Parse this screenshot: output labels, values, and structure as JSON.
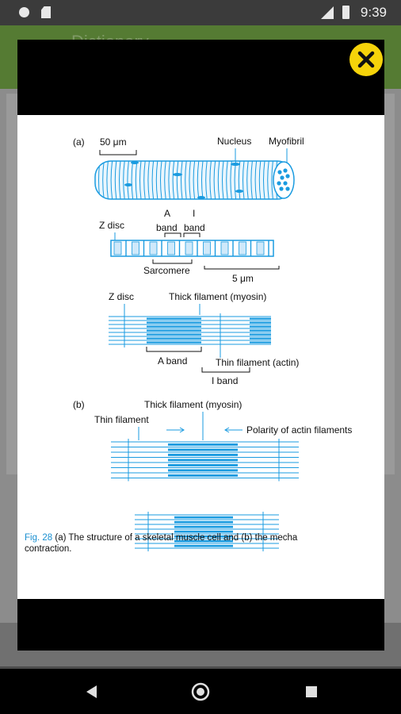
{
  "status_bar": {
    "time": "9:39"
  },
  "app_bar": {
    "title": "Dictionary"
  },
  "dialog": {
    "close_icon": "close-icon",
    "figure": {
      "panel_a_label": "(a)",
      "scale_bar_50": "50 μm",
      "nucleus": "Nucleus",
      "myofibril": "Myofibril",
      "z_disc_1": "Z disc",
      "a_letter": "A",
      "i_letter": "I",
      "band_1": "band",
      "band_2": "band",
      "sarcomere": "Sarcomere",
      "scale_bar_5": "5 μm",
      "z_disc_2": "Z disc",
      "thick_filament_a": "Thick filament (myosin)",
      "a_band": "A band",
      "thin_filament_actin": "Thin filament (actin)",
      "i_band": "I band",
      "panel_b_label": "(b)",
      "thick_filament_b": "Thick filament (myosin)",
      "thin_filament": "Thin filament",
      "polarity": "Polarity of actin filaments"
    },
    "caption": {
      "fig_label": "Fig. 28",
      "text_line1": " (a) The structure of a skeletal muscle cell and (b) the mecha",
      "text_line2": "contraction."
    }
  },
  "nav_bar": {
    "back_icon": "back-triangle-icon",
    "home_icon": "home-circle-icon",
    "recents_icon": "recents-square-icon"
  },
  "colors": {
    "accent_blue": "#1a9be0",
    "close_yellow": "#f6d30a",
    "app_green": "#557b33"
  }
}
